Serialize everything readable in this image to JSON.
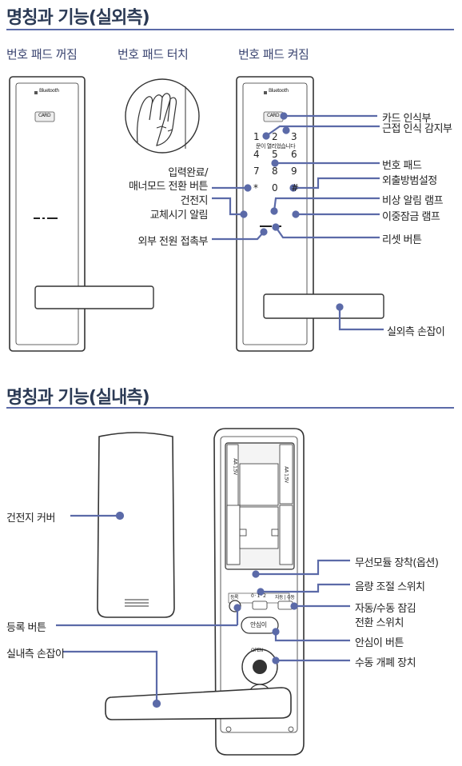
{
  "sections": {
    "outdoor_title": "명칭과 기능(실외측)",
    "indoor_title": "명칭과 기능(실내측)"
  },
  "states": {
    "off": "번호 패드 꺼짐",
    "touch": "번호 패드 터치",
    "on": "번호 패드 켜짐"
  },
  "device": {
    "brand": "Bluetooth",
    "card_label": "CARD",
    "keys": [
      "1",
      "2",
      "3",
      "4",
      "5",
      "6",
      "7",
      "8",
      "9",
      "*",
      "0",
      "#"
    ],
    "key_hint": "문이 열리었습니다"
  },
  "outdoor_labels": {
    "card_reader": "카드 인식부",
    "proximity_sensor": "근접 인식 감지부",
    "keypad": "번호 패드",
    "outing_security": "외출방범설정",
    "input_complete_line1": "입력완료/",
    "input_complete_line2": "매너모드 전환 버튼",
    "emergency_lamp": "비상 알림 램프",
    "battery_line1": "건전지",
    "battery_line2": "교체시기 알림",
    "double_lock_lamp": "이중잠금 램프",
    "external_power": "외부 전원 접촉부",
    "reset_button": "리셋 버튼",
    "outdoor_handle": "실외측 손잡이"
  },
  "indoor_labels": {
    "battery_cover": "건전지 커버",
    "wireless_module": "무선모듈 장착(옵션)",
    "volume_switch": "음량 조절 스위치",
    "auto_manual_line1": "자동/수동 잠김",
    "auto_manual_line2": "전환 스위치",
    "register_button": "등록 버튼",
    "safety_button": "안심이 버튼",
    "indoor_handle": "실내측 손잡이",
    "manual_open": "수동 개폐 장치"
  },
  "indoor_device": {
    "battery_text": "AA 1.5V",
    "register_small": "등록",
    "volume_small": "0 · 1 · 2",
    "auto_small": "자동 | 수동",
    "safety_label": "안심이",
    "knob_label": "OPEN"
  },
  "colors": {
    "accent": "#5b6aa8",
    "title": "#2b3a55"
  }
}
